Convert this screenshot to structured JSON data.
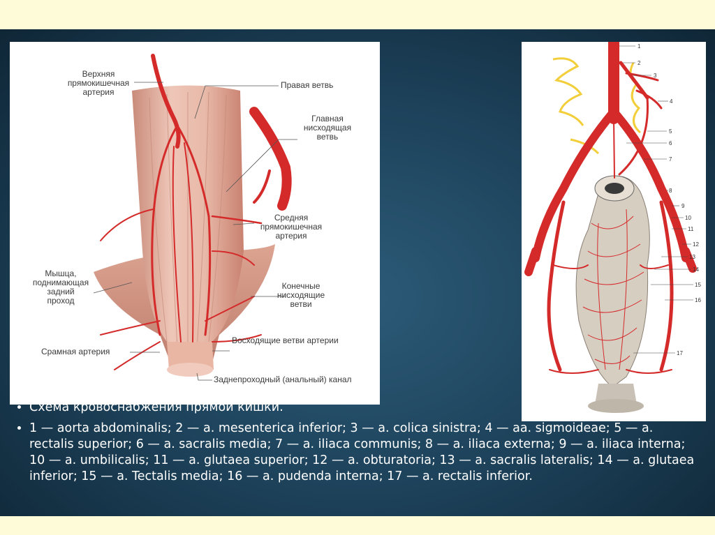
{
  "left_diagram": {
    "labels": {
      "superior_rectal_artery": "Верхняя\nпрямокишечная\nартерия",
      "right_branch": "Правая ветвь",
      "main_descending_branch": "Главная\nнисходящая\nветвь",
      "middle_rectal_artery": "Средняя\nпрямокишечная\nартерия",
      "levator_muscle": "Мышца,\nподнимающая\nзадний\nпроход",
      "terminal_descending_branches": "Конечные\nнисходящие\nветви",
      "pudendal_artery": "Срамная артерия",
      "ascending_branches": "Восходящие ветви артерии",
      "anal_canal": "Заднепроходный (анальный) канал"
    }
  },
  "right_diagram": {
    "numbers": [
      "1",
      "2",
      "3",
      "4",
      "5",
      "6",
      "7",
      "8",
      "9",
      "10",
      "11",
      "12",
      "13",
      "14",
      "15",
      "16",
      "17"
    ]
  },
  "caption": {
    "line1": "Схема кровоснабжения прямой кишки.",
    "line2": "1 — aorta abdominalis; 2 — a. mesenterica inferior; 3 — a. colica sinistra; 4 — aa. sigmoideae; 5 — a. rectalis superior; 6 — a. sacralis media; 7 — a. iliaca communis; 8 — a. iliaca externa; 9 — a. iliaca interna; 10 — a. umbilicalis; 11 — a. glutaea superior; 12 — a. obturatoria; 13 — a. sacralis lateralis; 14 — a. glutaea inferior; 15 — a. Tectalis media; 16 — a. pudenda interna; 17 — a. rectalis inferior."
  },
  "colors": {
    "artery": "#d42a2a",
    "rectum": "#e6b3a4",
    "background": "#1c4058",
    "top_band": "#fdfbd8"
  }
}
